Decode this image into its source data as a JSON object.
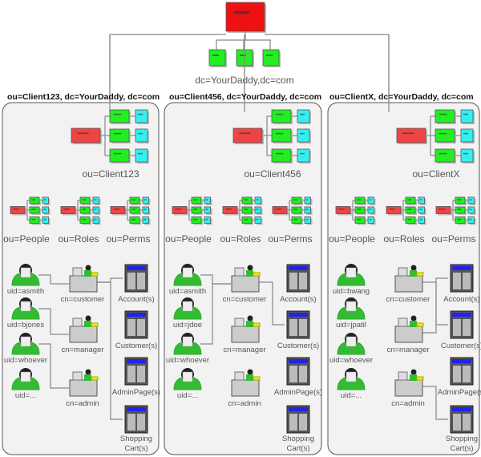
{
  "root": {
    "label": "dc=YourDaddy,dc=com",
    "colors": {
      "red": "#ee1111",
      "green": "#22ee22",
      "cyan": "#33f0f0",
      "panel": "#f2f2f2",
      "person": "#33bb33",
      "server_top": "#2222ee"
    }
  },
  "panels": [
    {
      "title": "ou=Client123, dc=YourDaddy, dc=com",
      "ou_label": "ou=Client123",
      "sub_ous": [
        "ou=People",
        "ou=Roles",
        "ou=Perms"
      ],
      "users": [
        "uid=asmith",
        "uid=bjones",
        "uid=whoever",
        "uid=..."
      ],
      "roles": [
        "cn=customer",
        "cn=manager",
        "cn=admin"
      ],
      "perms": [
        "Account(s)",
        "Customer(s)",
        "AdminPage(s)",
        "Shopping Cart(s)"
      ],
      "user_role_links": [
        [
          0,
          0
        ],
        [
          1,
          1
        ],
        [
          2,
          2
        ]
      ],
      "role_perm_links": [
        [
          0,
          0
        ],
        [
          0,
          3
        ]
      ]
    },
    {
      "title": "ou=Client456, dc=YourDaddy, dc=com",
      "ou_label": "ou=Client456",
      "sub_ous": [
        "ou=People",
        "ou=Roles",
        "ou=Perms"
      ],
      "users": [
        "uid=asmith",
        "uid=jdoe",
        "uid=whoever",
        "uid=..."
      ],
      "roles": [
        "cn=customer",
        "cn=manager",
        "cn=admin"
      ],
      "perms": [
        "Account(s)",
        "Customer(s)",
        "AdminPage(s)",
        "Shopping Cart(s)"
      ],
      "user_role_links": [
        [
          0,
          0
        ],
        [
          2,
          0
        ]
      ],
      "role_perm_links": [
        [
          0,
          1
        ]
      ]
    },
    {
      "title": "ou=ClientX, dc=YourDaddy, dc=com",
      "ou_label": "ou=ClientX",
      "sub_ous": [
        "ou=People",
        "ou=Roles",
        "ou=Perms"
      ],
      "users": [
        "uid=bwang",
        "uid=jpatil",
        "uid=whoever",
        "uid=..."
      ],
      "roles": [
        "cn=customer",
        "cn=manager",
        "cn=admin"
      ],
      "perms": [
        "Account(s)",
        "Customer(s)",
        "AdminPage(s)",
        "Shopping Cart(s)"
      ],
      "user_role_links": [],
      "role_perm_links": [
        [
          0,
          1
        ],
        [
          1,
          0
        ],
        [
          2,
          3
        ]
      ]
    }
  ]
}
